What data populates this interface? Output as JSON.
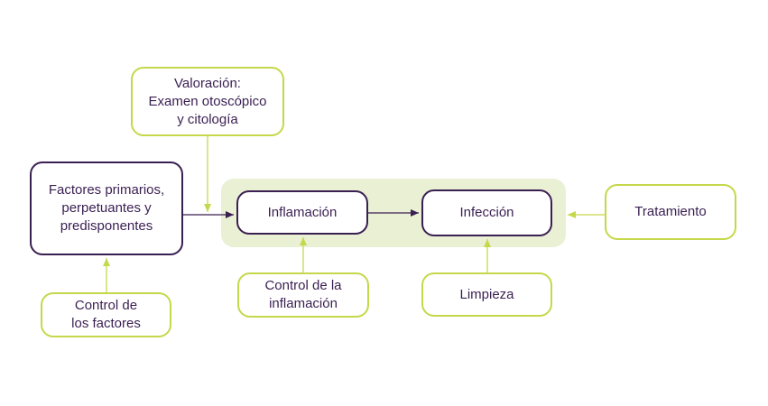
{
  "nodes": {
    "factores": "Factores primarios,\nperpetuantes y\npredisponentes",
    "valoracion": "Valoración:\nExamen otoscópico\ny citología",
    "inflamacion": "Inflamación",
    "infeccion": "Infección",
    "tratamiento": "Tratamiento",
    "control_factores": "Control de\nlos factores",
    "control_inflamacion": "Control de la\ninflamación",
    "limpieza": "Limpieza"
  },
  "colors": {
    "purple": "#3a1f52",
    "green": "#c5d84a",
    "band": "#eaf0d4"
  }
}
